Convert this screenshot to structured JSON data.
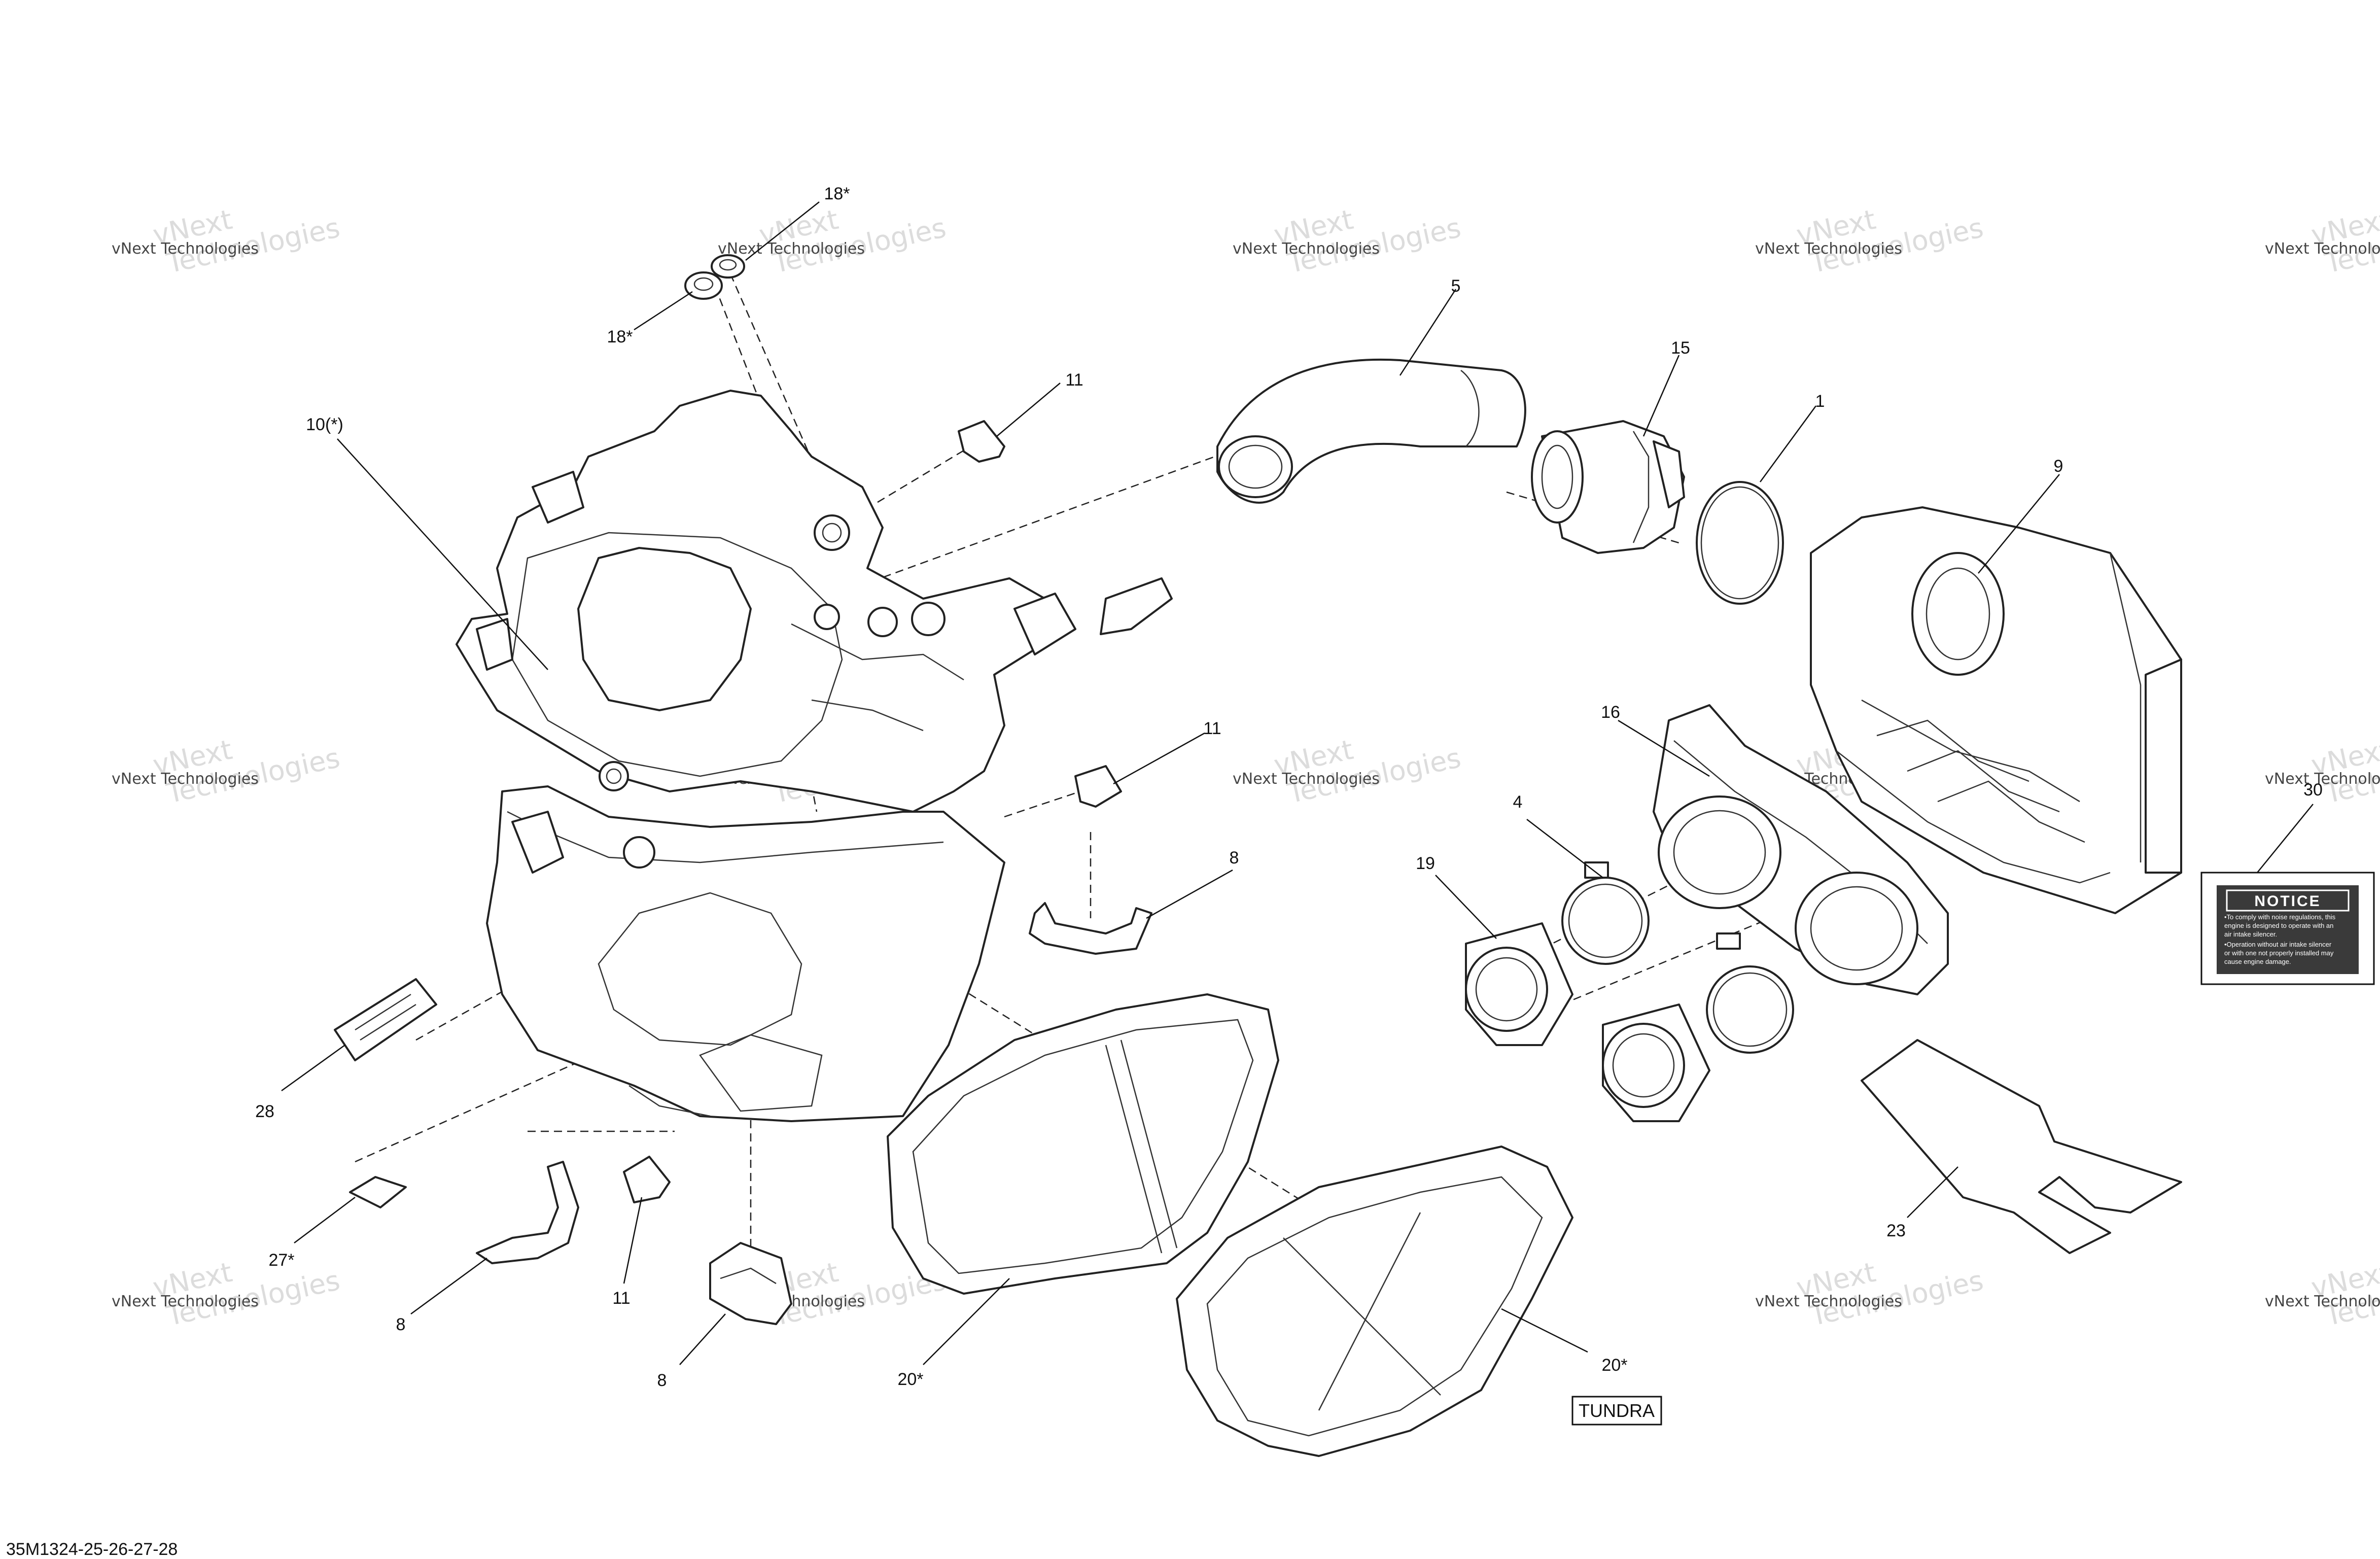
{
  "watermark": {
    "line1": "vNext Technologies",
    "line2": "vNext",
    "line3": "Technologies"
  },
  "callouts": [
    "18*",
    "18*",
    "10(*)",
    "11",
    "5",
    "15",
    "1",
    "9",
    "11",
    "16",
    "4",
    "19",
    "8",
    "30",
    "28",
    "27*",
    "8",
    "11",
    "8",
    "20*",
    "20*",
    "23"
  ],
  "notice_label": {
    "title": "NOTICE",
    "lines": [
      "•To comply with noise regulations, this",
      "engine is designed to operate with an",
      "air intake silencer.",
      "•Operation without air intake silencer",
      "or with one not properly installed may",
      "cause engine damage."
    ]
  },
  "model_tag": "TUNDRA",
  "doc_code": "35M1324-25-26-27-28"
}
